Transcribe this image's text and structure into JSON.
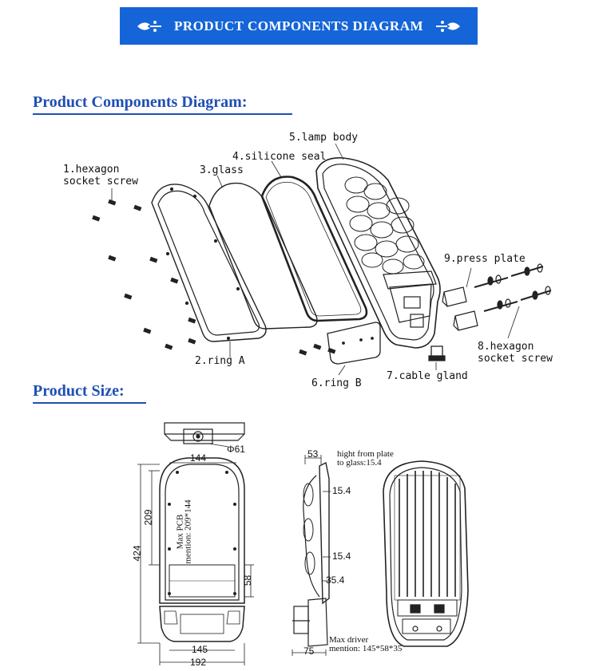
{
  "banner": {
    "title": "PRODUCT COMPONENTS DIAGRAM"
  },
  "sections": {
    "components_title": "Product Components Diagram:",
    "size_title": "Product Size:"
  },
  "components": {
    "c1_line1": "1.hexagon",
    "c1_line2": "socket screw",
    "c2": "2.ring A",
    "c3": "3.glass",
    "c4": "4.silicone seal",
    "c5": "5.lamp body",
    "c6": "6.ring B",
    "c7": "7.cable gland",
    "c8_line1": "8.hexagon",
    "c8_line2": "socket screw",
    "c9": "9.press plate"
  },
  "dimensions": {
    "d61": "Φ61",
    "d144": "144",
    "d209": "209",
    "d424": "424",
    "d58": "58",
    "d145": "145",
    "d192": "192",
    "pcb_line1": "Max PCB",
    "pcb_line2": "mention: 209*144",
    "d53": "53",
    "d15_4a": "15.4",
    "d15_4b": "15.4",
    "d35_4": "35.4",
    "d75": "75",
    "height_note_line1": "hight from plate",
    "height_note_line2": "to glass:15.4",
    "driver_note_line1": "Max driver",
    "driver_note_line2": "mention: 145*58*35"
  },
  "colors": {
    "banner": "#1565d8",
    "section_title": "#1f4fb5"
  }
}
